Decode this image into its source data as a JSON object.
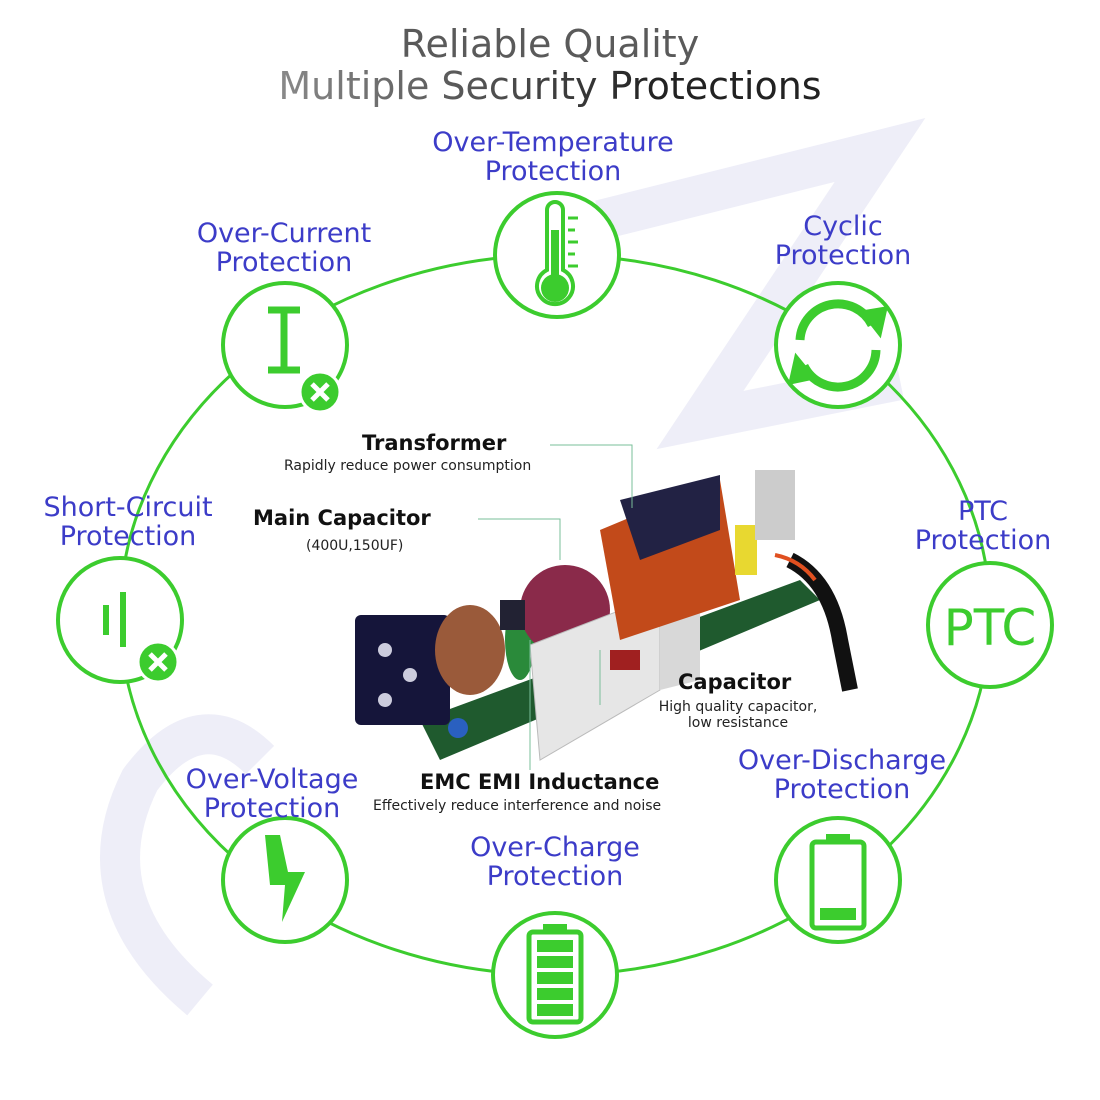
{
  "title": {
    "line1": "Reliable Quality",
    "line2": "Multiple Security Protections"
  },
  "protections": [
    {
      "line1": "Over-Temperature",
      "line2": "Protection",
      "icon": "thermometer-icon"
    },
    {
      "line1": "Cyclic",
      "line2": "Protection",
      "icon": "cyclic-arrows-icon"
    },
    {
      "line1": "PTC",
      "line2": "Protection",
      "icon": "ptc-icon",
      "icon_text": "PTC"
    },
    {
      "line1": "Over-Discharge",
      "line2": "Protection",
      "icon": "low-battery-icon"
    },
    {
      "line1": "Over-Charge",
      "line2": "Protection",
      "icon": "full-battery-icon"
    },
    {
      "line1": "Over-Voltage",
      "line2": "Protection",
      "icon": "lightning-icon"
    },
    {
      "line1": "Short-Circuit",
      "line2": "Protection",
      "icon": "short-circuit-icon"
    },
    {
      "line1": "Over-Current",
      "line2": "Protection",
      "icon": "current-x-icon"
    }
  ],
  "components": {
    "transformer": {
      "title": "Transformer",
      "sub": "Rapidly reduce power consumption"
    },
    "main_capacitor": {
      "title": "Main Capacitor",
      "sub": "(400U,150UF)"
    },
    "capacitor": {
      "title": "Capacitor",
      "sub1": "High quality capacitor,",
      "sub2": "low resistance"
    },
    "emc": {
      "title": "EMC EMI Inductance",
      "sub": "Effectively reduce interference and noise"
    }
  },
  "colors": {
    "green": "#3ccc2e",
    "label_blue": "#3c3cc8"
  }
}
